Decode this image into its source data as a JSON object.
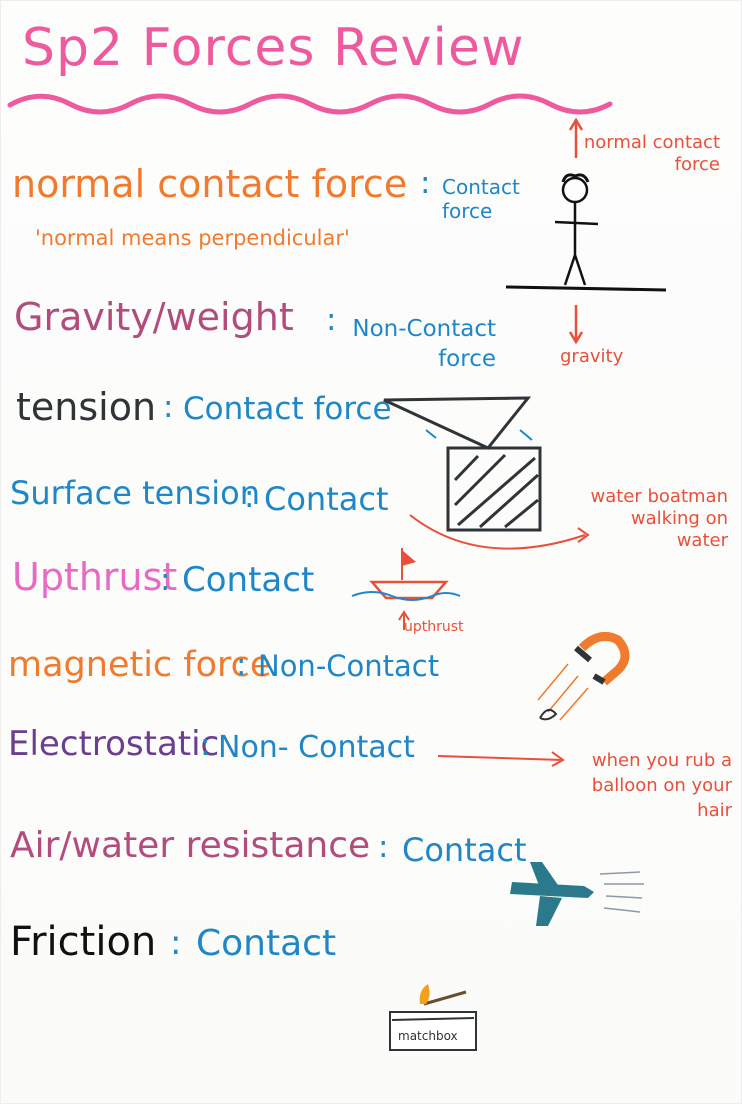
{
  "title": "Sp2  Forces Review",
  "items": [
    {
      "term": "normal contact force",
      "colon": ":",
      "type": "Contact force"
    },
    {
      "term": "'normal means perpendicular'"
    },
    {
      "term": "Gravity/weight",
      "colon": ":",
      "type": "Non-Contact force"
    },
    {
      "term": "tension",
      "colon": ":",
      "type": "Contact force"
    },
    {
      "term": "Surface tension",
      "colon": ":",
      "type": "Contact"
    },
    {
      "term": "Upthrust",
      "colon": ":",
      "type": "Contact"
    },
    {
      "term": "magnetic force",
      "colon": ":",
      "type": "Non-Contact"
    },
    {
      "term": "Electrostatic",
      "colon": ":",
      "type": "Non- Contact"
    },
    {
      "term": "Air/water resistance",
      "colon": ":",
      "type": "Contact"
    },
    {
      "term": "Friction",
      "colon": ":",
      "type": "Contact"
    }
  ],
  "notes": {
    "normal_contact": "normal contact force",
    "gravity": "gravity",
    "water_boatman": "water boatman walking on water",
    "upthrust": "upthrust",
    "balloon": "when you rub a balloon on your hair",
    "matchbox": "matchbox"
  },
  "colors": {
    "title": "#ee5a9e",
    "blue": "#1f87c8",
    "orange": "#f07a2d",
    "red": "#e8503c",
    "plum": "#b24c7c",
    "violet": "#6b3e8f"
  },
  "icons": [
    "stick-figure-icon",
    "hanging-box-icon",
    "boat-icon",
    "magnet-icon",
    "airplane-icon",
    "matchbox-icon"
  ]
}
